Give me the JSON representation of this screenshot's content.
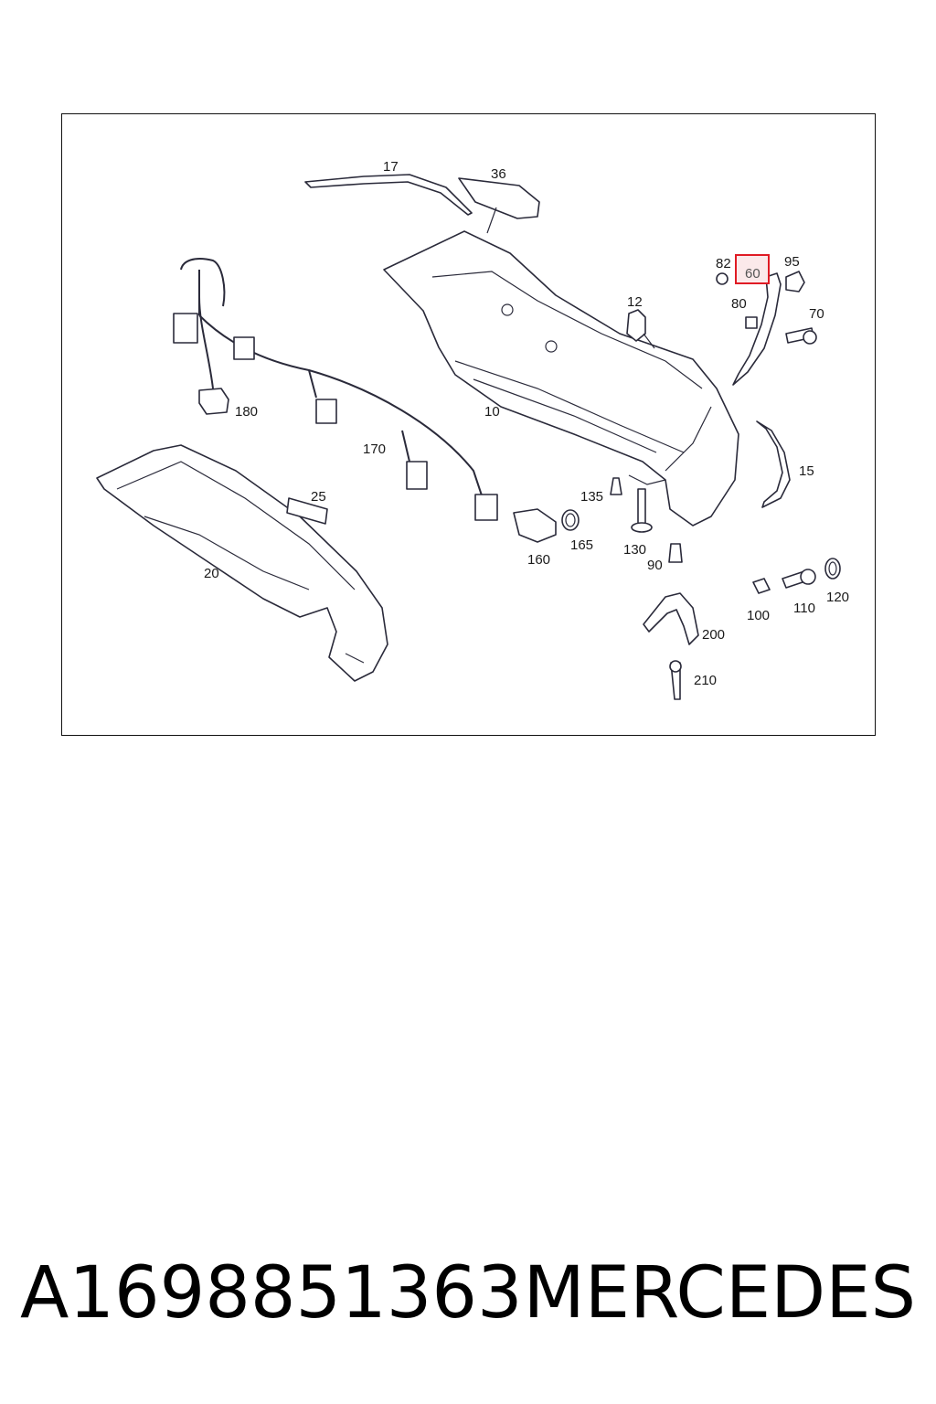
{
  "diagram": {
    "highlight_color": "#e01b24",
    "highlighted_callout": "60",
    "callouts": [
      {
        "id": "17",
        "label": "17"
      },
      {
        "id": "36",
        "label": "36"
      },
      {
        "id": "82",
        "label": "82"
      },
      {
        "id": "60",
        "label": "60"
      },
      {
        "id": "95",
        "label": "95"
      },
      {
        "id": "12",
        "label": "12"
      },
      {
        "id": "80",
        "label": "80"
      },
      {
        "id": "70",
        "label": "70"
      },
      {
        "id": "180",
        "label": "180"
      },
      {
        "id": "10",
        "label": "10"
      },
      {
        "id": "170",
        "label": "170"
      },
      {
        "id": "15",
        "label": "15"
      },
      {
        "id": "25",
        "label": "25"
      },
      {
        "id": "135",
        "label": "135"
      },
      {
        "id": "165",
        "label": "165"
      },
      {
        "id": "130",
        "label": "130"
      },
      {
        "id": "160",
        "label": "160"
      },
      {
        "id": "90",
        "label": "90"
      },
      {
        "id": "20",
        "label": "20"
      },
      {
        "id": "100",
        "label": "100"
      },
      {
        "id": "110",
        "label": "110"
      },
      {
        "id": "120",
        "label": "120"
      },
      {
        "id": "200",
        "label": "200"
      },
      {
        "id": "210",
        "label": "210"
      }
    ]
  },
  "footer": {
    "part_number": "A1698851363",
    "brand": "MERCEDES"
  }
}
